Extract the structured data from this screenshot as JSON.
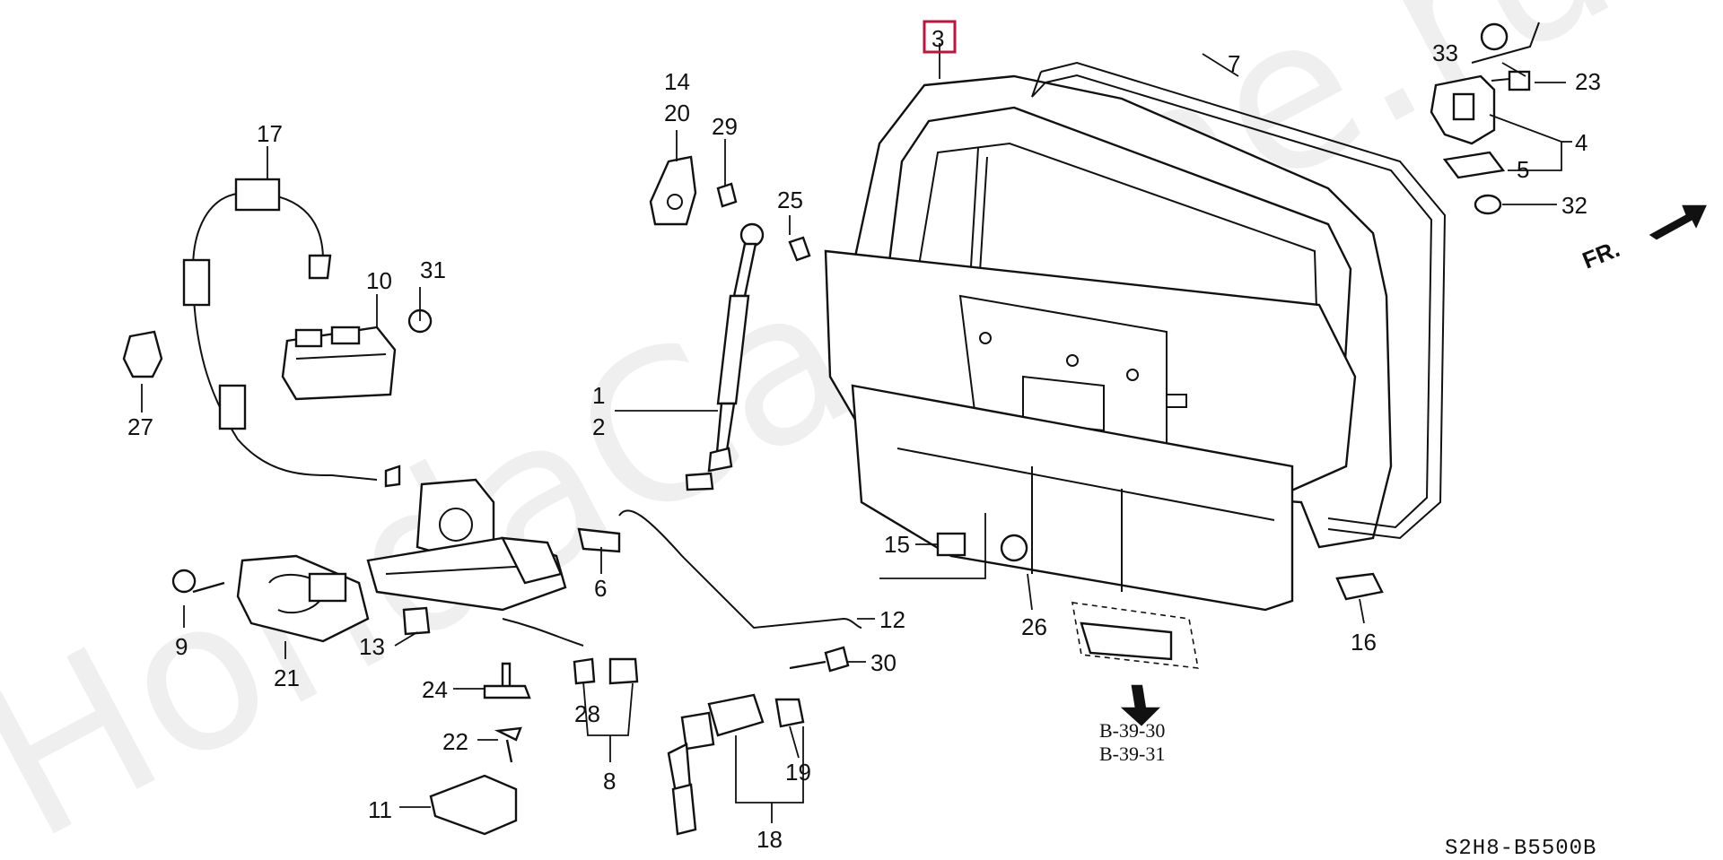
{
  "watermark": "HondaCarMine.ru",
  "highlight_color": "#c0143c",
  "diagram_code": "S2H8-B5500B",
  "direction_label": "FR.",
  "references": [
    "B-39-30",
    "B-39-31"
  ],
  "parts": {
    "p1": "1",
    "p2": "2",
    "p3": "3",
    "p4": "4",
    "p5": "5",
    "p6": "6",
    "p7": "7",
    "p8": "8",
    "p9": "9",
    "p10": "10",
    "p11": "11",
    "p12": "12",
    "p13": "13",
    "p14": "14",
    "p15": "15",
    "p16": "16",
    "p17": "17",
    "p18": "18",
    "p19": "19",
    "p20": "20",
    "p21": "21",
    "p22": "22",
    "p23": "23",
    "p24": "24",
    "p25": "25",
    "p26": "26",
    "p27": "27",
    "p28": "28",
    "p29": "29",
    "p30": "30",
    "p31": "31",
    "p32": "32",
    "p33": "33"
  }
}
